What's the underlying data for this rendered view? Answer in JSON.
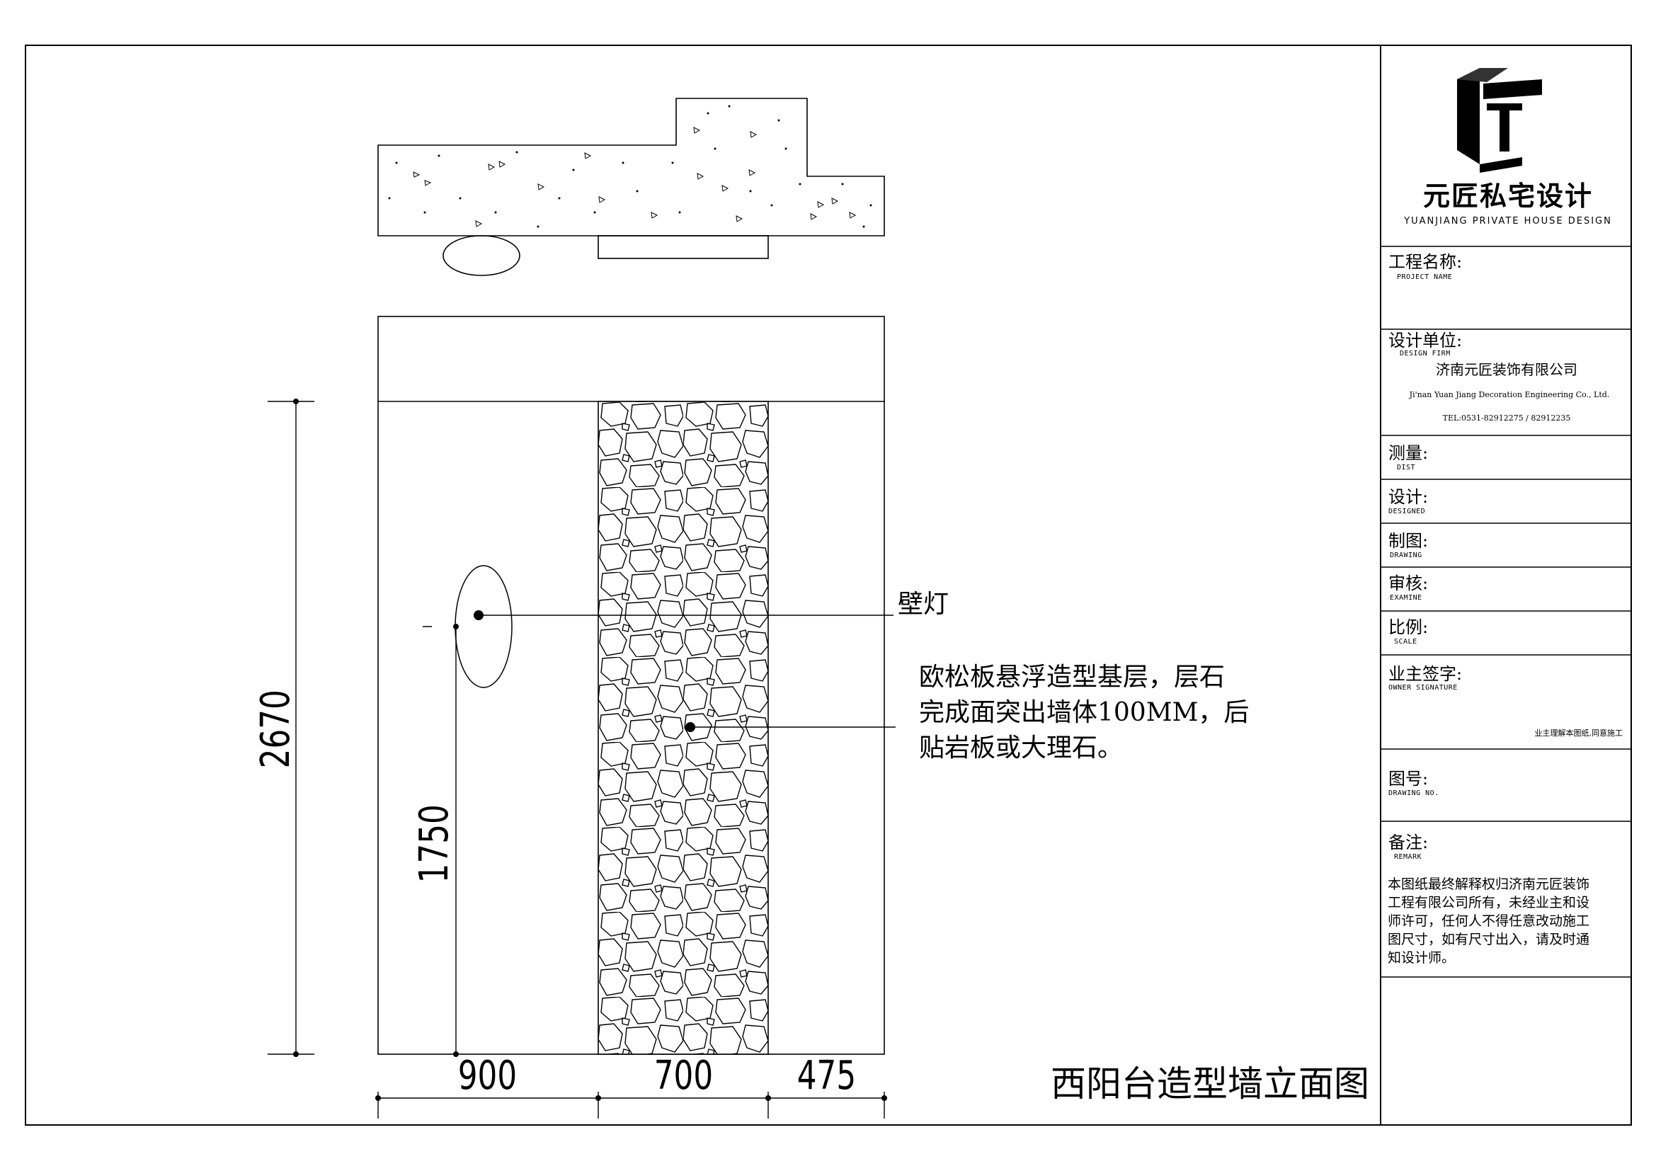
{
  "drawing": {
    "title": "西阳台造型墙立面图",
    "callouts": {
      "lamp": "壁灯",
      "stone_lines": [
        "欧松板悬浮造型基层，层石",
        "完成面突出墙体100MM，后",
        "贴岩板或大理石。"
      ]
    },
    "dimensions": {
      "total_height": "2670",
      "lamp_height": "1750",
      "widths": [
        "900",
        "700",
        "475"
      ]
    }
  },
  "title_block": {
    "brand_cn": "元匠私宅设计",
    "brand_en": "YUANJIANG PRIVATE HOUSE DESIGN",
    "project_name": {
      "label": "工程名称:",
      "sub": "PROJECT NAME"
    },
    "design_firm": {
      "label": "设计单位:",
      "sub": "DESIGN FIRM",
      "name_cn": "济南元匠装饰有限公司",
      "name_en": "Ji'nan Yuan Jiang Decoration Engineering Co., Ltd.",
      "tel": "TEL:0531-82912275 / 82912235"
    },
    "dist": {
      "label": "测量:",
      "sub": "DIST"
    },
    "designed": {
      "label": "设计:",
      "sub": "DESIGNED"
    },
    "drawing": {
      "label": "制图:",
      "sub": "DRAWING"
    },
    "examine": {
      "label": "审核:",
      "sub": "EXAMINE"
    },
    "scale": {
      "label": "比例:",
      "sub": "SCALE"
    },
    "owner_signature": {
      "label": "业主签字:",
      "sub": "OWNER SIGNATURE",
      "note": "业主理解本图纸,同意施工"
    },
    "drawing_no": {
      "label": "图号:",
      "sub": "DRAWING NO."
    },
    "remark": {
      "label": "备注:",
      "sub": "REMARK",
      "lines": [
        "本图纸最终解释权归济南元匠装饰",
        "工程有限公司所有，未经业主和设",
        "师许可，任何人不得任意改动施工",
        "图尺寸，如有尺寸出入，请及时通",
        "知设计师。"
      ]
    }
  }
}
